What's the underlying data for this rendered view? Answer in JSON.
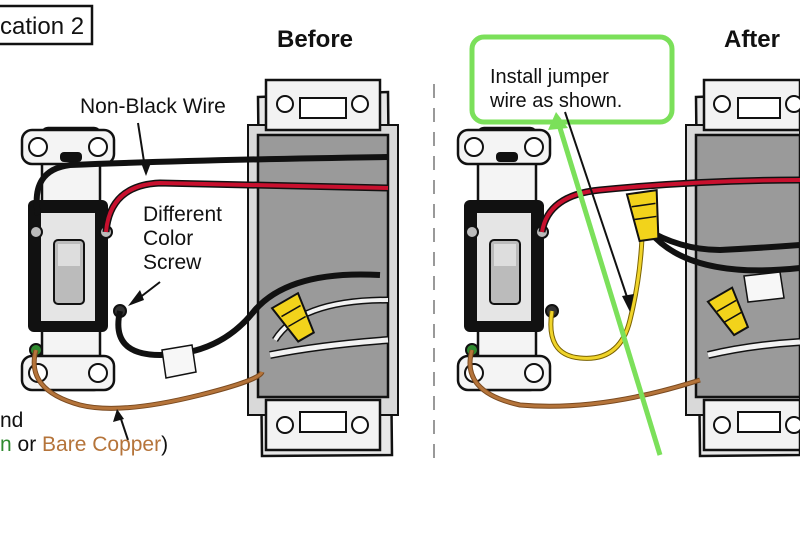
{
  "location_label": "cation 2",
  "panels": {
    "before_title": "Before",
    "after_title": "After"
  },
  "labels": {
    "non_black_wire": "Non-Black Wire",
    "different_color_screw": [
      "Different",
      "Color",
      "Screw"
    ],
    "ground_partial": "nd",
    "ground_colors": {
      "green_partial": "n",
      "or": " or ",
      "bare_copper": "Bare Copper",
      "close_paren": ")"
    },
    "callout": [
      "Install jumper",
      "wire as shown."
    ]
  },
  "colors": {
    "black_wire": "#111111",
    "red_wire": "#c8102e",
    "white_wire": "#f2f2f2",
    "copper_wire": "#b5743a",
    "yellow_connector": "#f2d31b",
    "jumper_wire": "#f0d42a",
    "callout_green": "#7be05a",
    "box_gray": "#9a9a9a",
    "ground_green": "#2f8a2f",
    "bare_copper_text": "#b5743a"
  }
}
